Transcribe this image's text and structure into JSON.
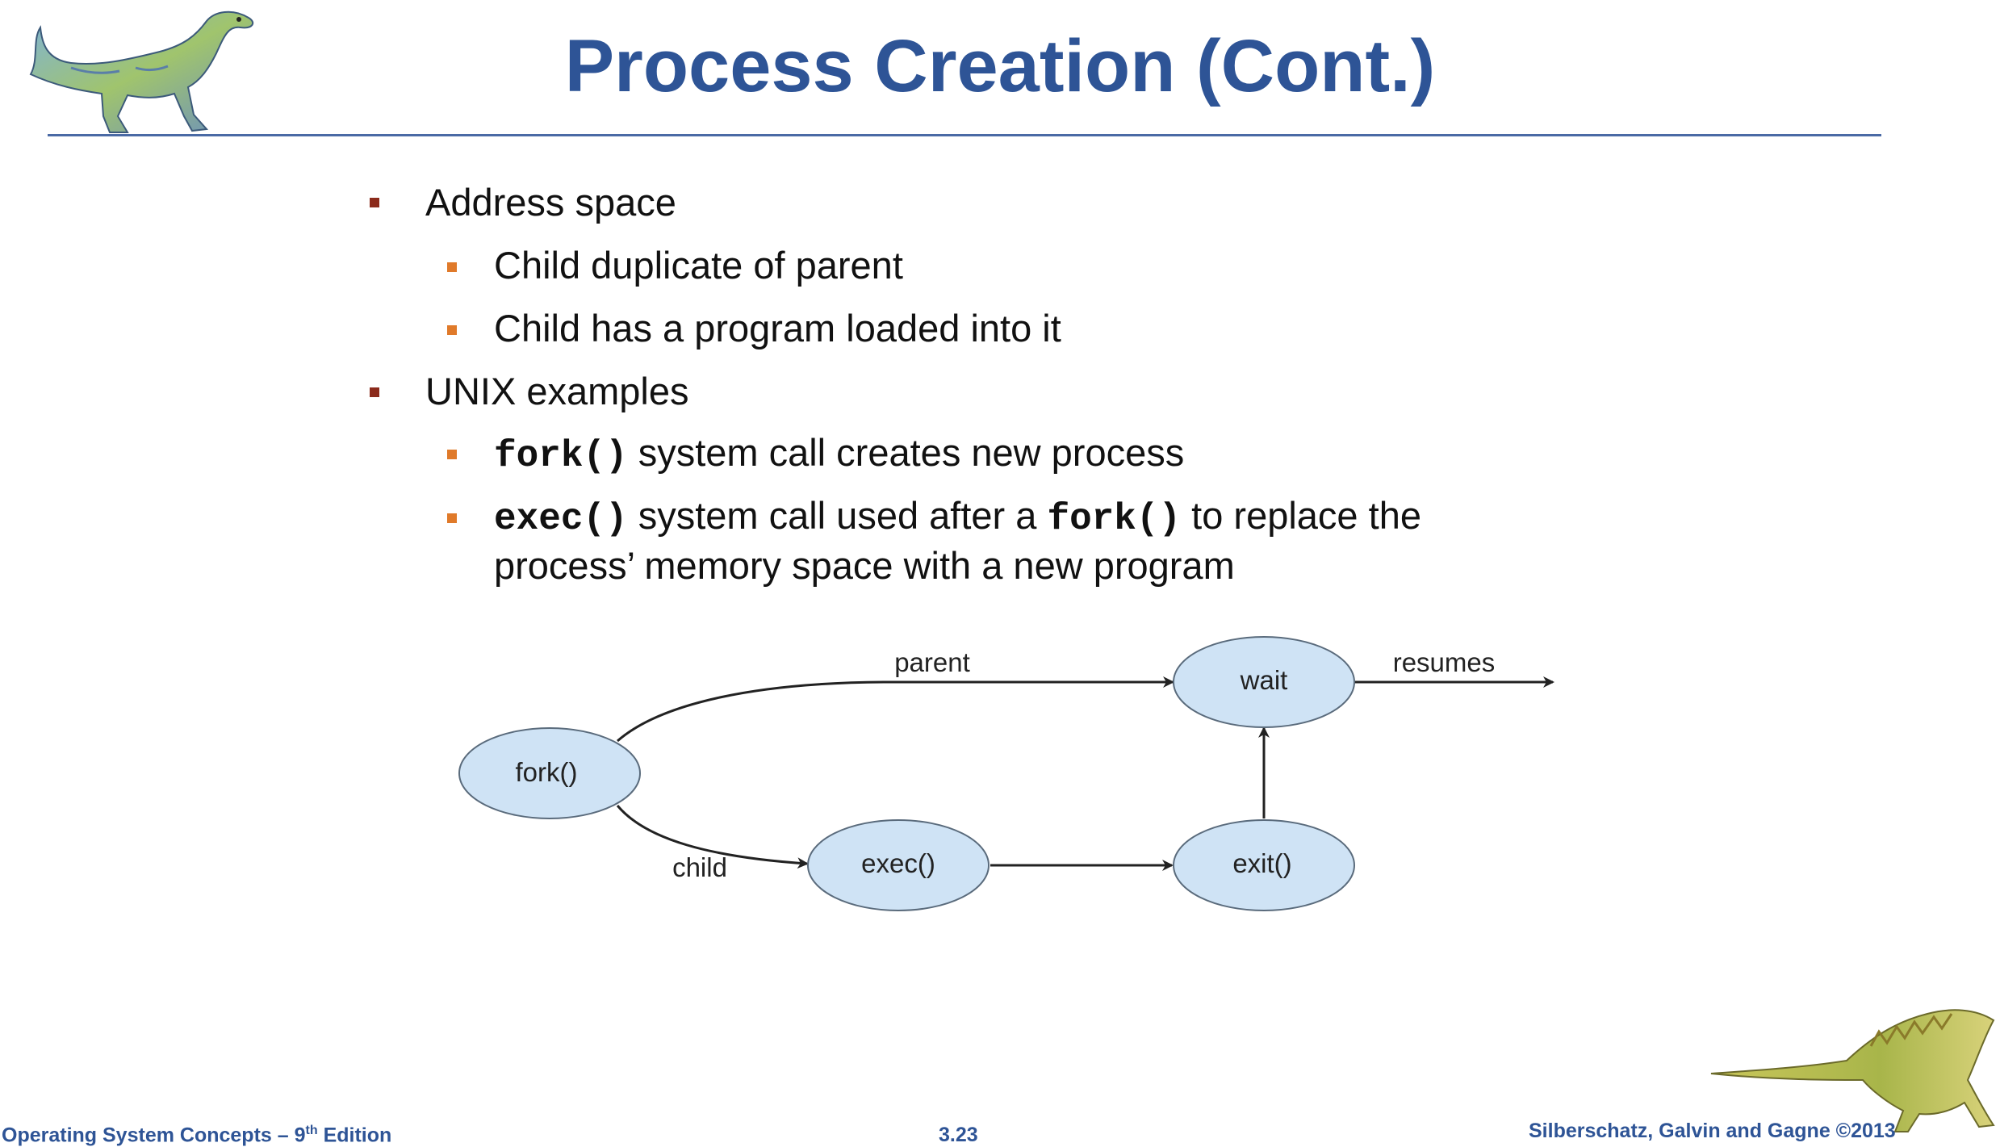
{
  "slide": {
    "title": "Process Creation (Cont.)"
  },
  "bullets": {
    "address_space": "Address space",
    "child_duplicate": "Child duplicate of parent",
    "child_program": "Child has a program loaded into it",
    "unix_examples": "UNIX examples",
    "fork_code": "fork()",
    "fork_text": " system call creates new process",
    "exec_code": "exec()",
    "exec_text_1": " system call used after a ",
    "exec_fork_code": "fork()",
    "exec_text_2": " to replace the",
    "exec_line2": "process’ memory space with a new program"
  },
  "diagram": {
    "nodes": {
      "fork": "fork()",
      "exec": "exec()",
      "wait": "wait",
      "exit": "exit()"
    },
    "labels": {
      "parent": "parent",
      "child": "child",
      "resumes": "resumes"
    },
    "colors": {
      "node_fill": "#cfe3f5",
      "node_stroke": "#5a6b7c"
    }
  },
  "footer": {
    "left_main": "Operating System Concepts – 9",
    "left_sup": "th",
    "left_end": " Edition",
    "center": "3.23",
    "right": "Silberschatz, Galvin and Gagne ©2013"
  },
  "icons": {
    "top_left": "dinosaur-logo",
    "bottom_right": "dinosaur-logo"
  }
}
